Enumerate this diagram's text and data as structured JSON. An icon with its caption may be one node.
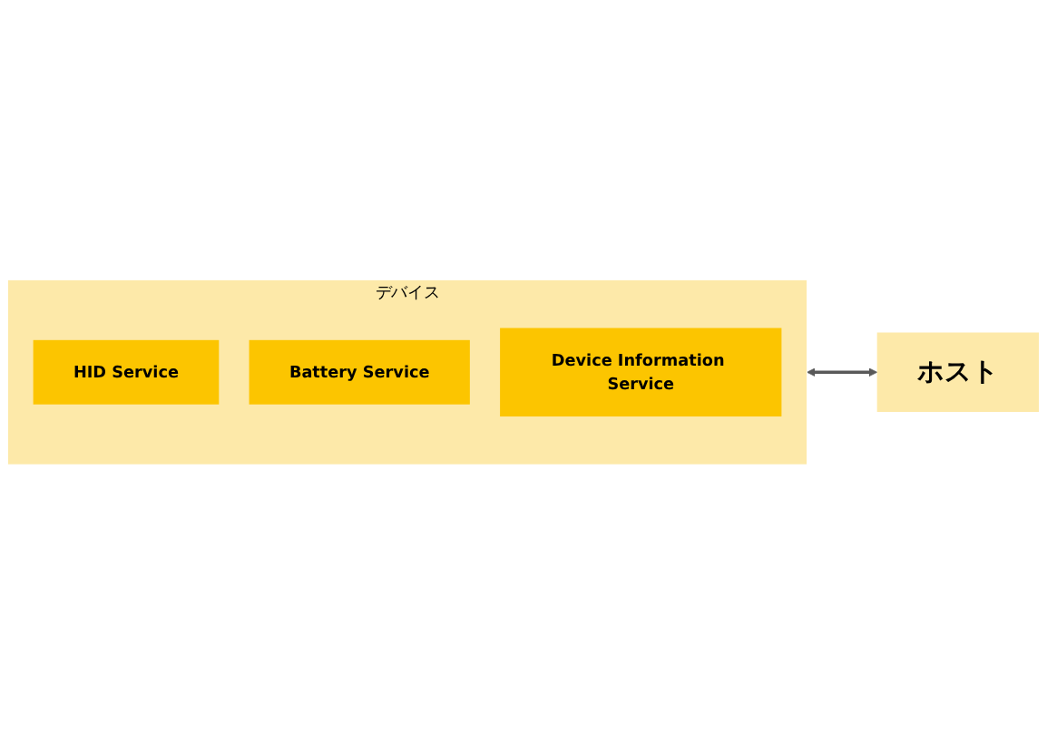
{
  "diagram": {
    "nodes": [
      {
        "text": [
          "デバイス"
        ]
      },
      {
        "text": [
          "HID Service"
        ],
        "in": 0
      },
      {
        "text": [
          "Battery Service"
        ],
        "in": 0
      },
      {
        "text": [
          "Device Information Service"
        ],
        "in": 0
      },
      {
        "text": [
          "ホスト"
        ]
      }
    ],
    "edges": [
      {
        "from": 0,
        "to": 4,
        "arrow": "both",
        "color": "#595959"
      }
    ]
  }
}
